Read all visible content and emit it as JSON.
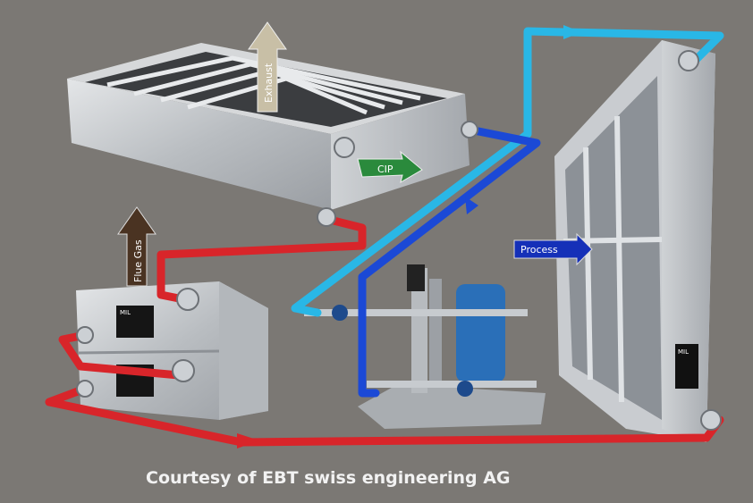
{
  "labels": {
    "exhaust": "Exhaust",
    "cip": "CIP",
    "flue_gas": "Flue Gas",
    "process": "Process"
  },
  "logo_text": "MIL",
  "caption": "Courtesy of EBT swiss engineering AG",
  "colors": {
    "background": "#7b7874",
    "hot_pipe": "#d8252a",
    "cold_pipe": "#1b49d6",
    "cip_pipe": "#29b7e6",
    "exhaust_arrow": "#c8bfa6",
    "cip_arrow": "#2a8a3c",
    "flue_arrow": "#4a3322",
    "process_arrow": "#1530b8"
  }
}
